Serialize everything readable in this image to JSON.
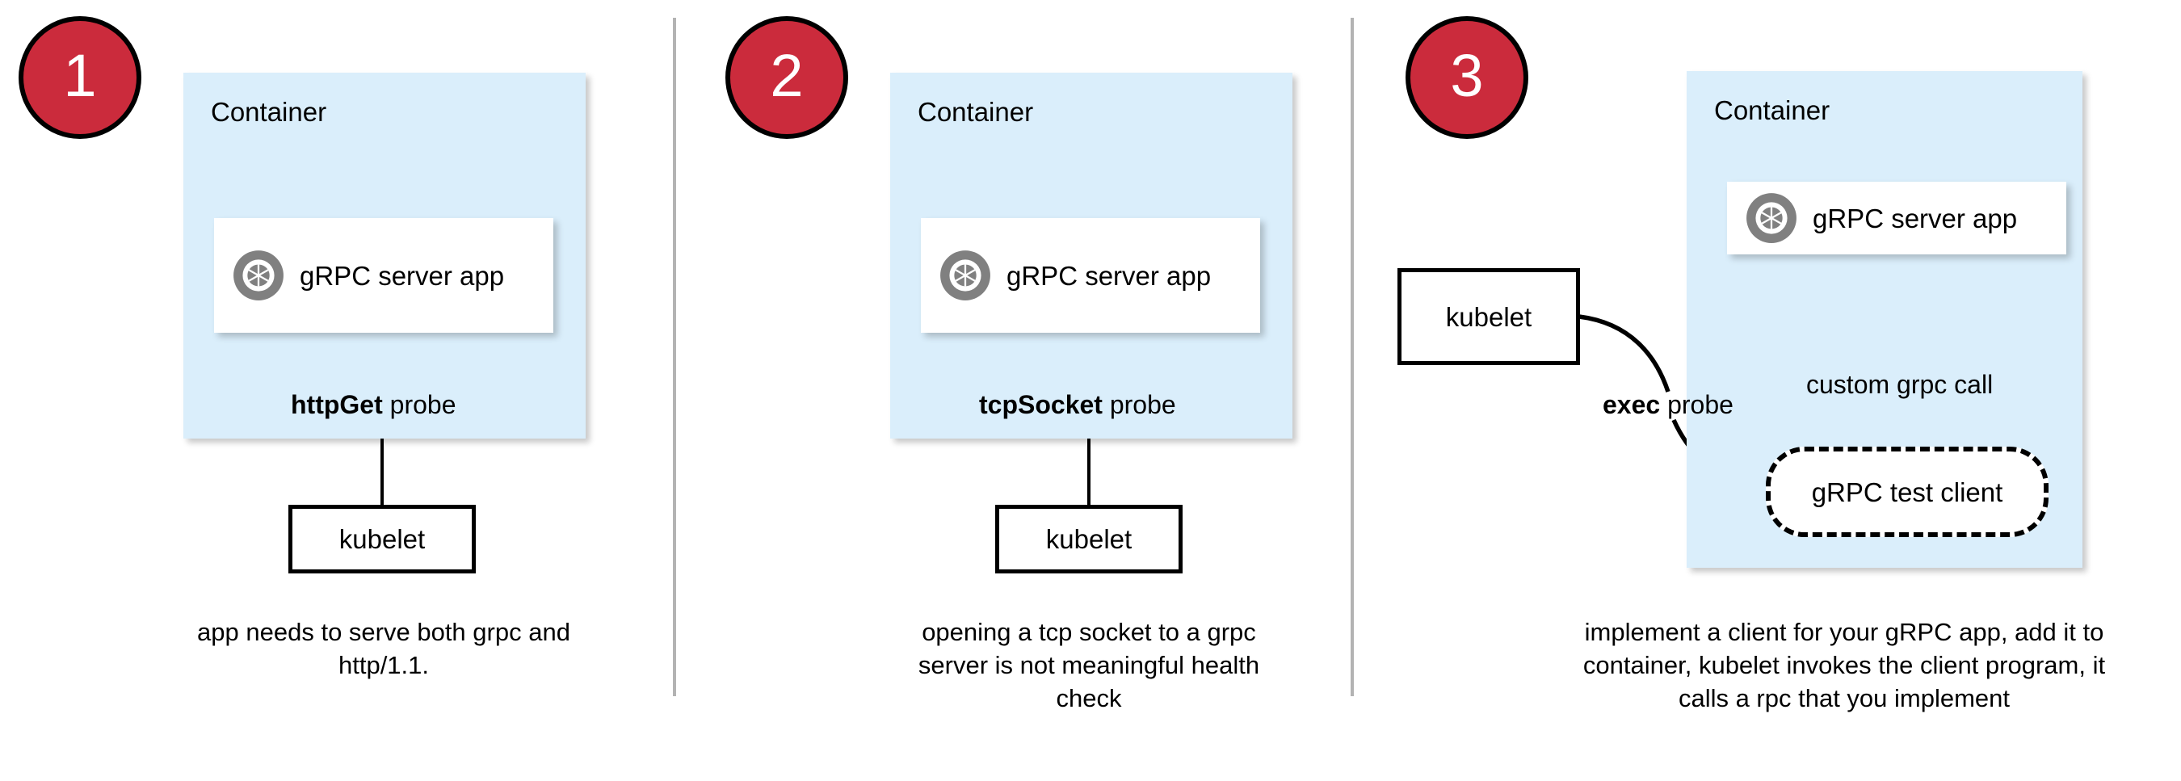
{
  "diagram": {
    "title": "gRPC health checking approaches with Kubernetes probes",
    "colors": {
      "badge_fill": "#cb2b3c",
      "badge_border": "#000000",
      "badge_text": "#ffffff",
      "container_fill": "#daeefb",
      "card_fill": "#ffffff",
      "stroke": "#000000",
      "divider": "#b3b3b3",
      "icon_gray": "#808080"
    }
  },
  "panels": [
    {
      "badge": "1",
      "container_label": "Container",
      "app_label": "gRPC server app",
      "app_icon": "grpc-aperture-icon",
      "probe_label_bold": "httpGet",
      "probe_label_rest": " probe",
      "kubelet_label": "kubelet",
      "caption": "app needs to serve both grpc and http/1.1."
    },
    {
      "badge": "2",
      "container_label": "Container",
      "app_label": "gRPC server app",
      "app_icon": "grpc-aperture-icon",
      "probe_label_bold": "tcpSocket",
      "probe_label_rest": " probe",
      "kubelet_label": "kubelet",
      "caption": "opening a tcp socket to a grpc server is not meaningful health check"
    },
    {
      "badge": "3",
      "container_label": "Container",
      "app_label": "gRPC server app",
      "app_icon": "grpc-aperture-icon",
      "probe_label_bold": "exec",
      "probe_label_rest": " probe",
      "kubelet_label": "kubelet",
      "client_label": "gRPC test client",
      "call_label": "custom grpc call",
      "caption": "implement a client for your gRPC app, add it to container, kubelet invokes the client program, it calls a rpc that you implement"
    }
  ]
}
